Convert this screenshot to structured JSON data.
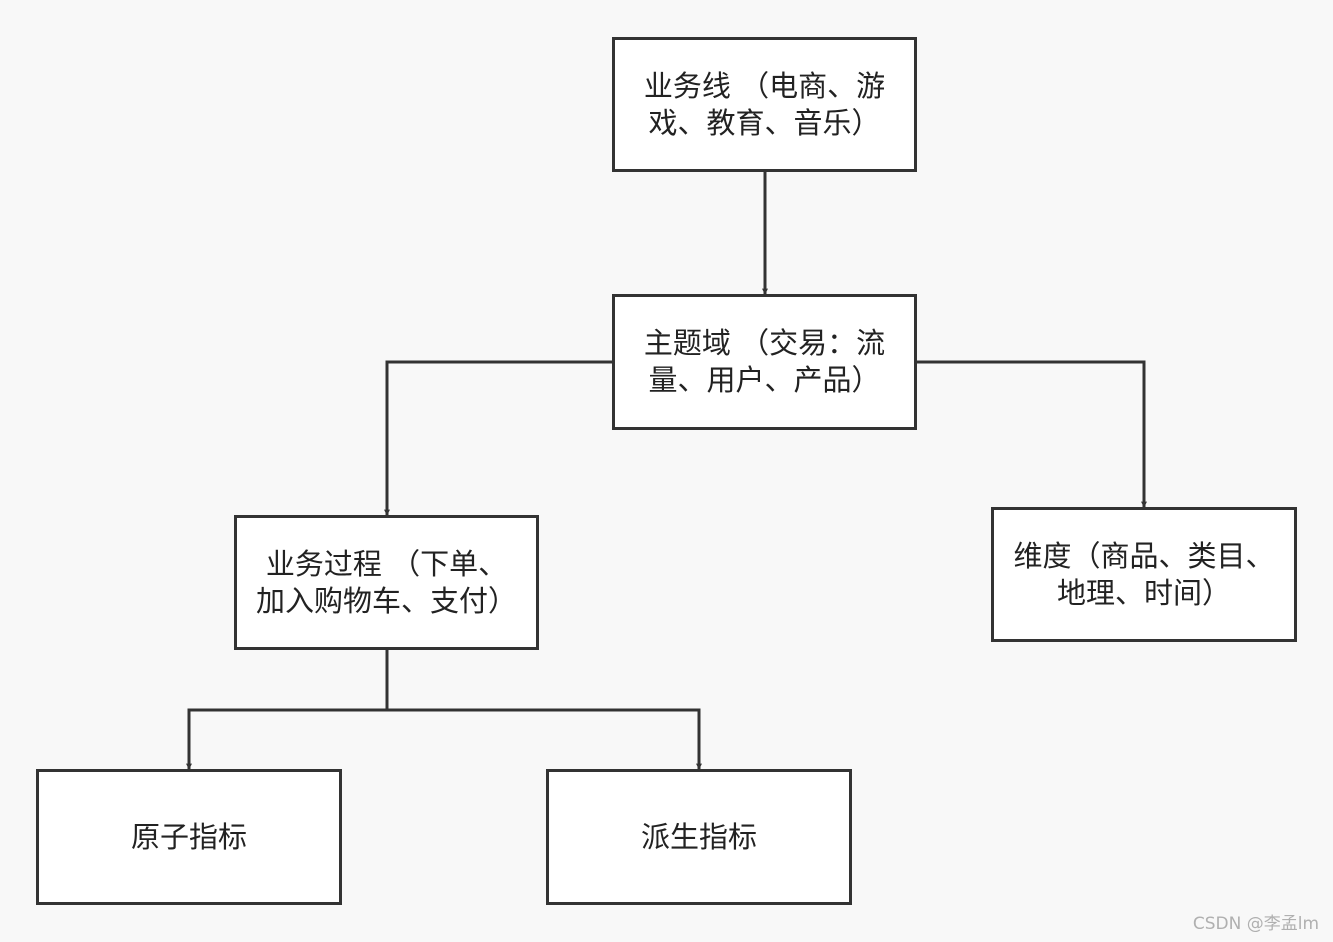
{
  "nodes": {
    "business_line": "业务线 （电商、游戏、教育、音乐）",
    "subject_domain": "主题域 （交易：流量、用户、产品）",
    "business_process": "业务过程 （下单、加入购物车、支付）",
    "dimension": "维度（商品、类目、地理、时间）",
    "atomic_metric": "原子指标",
    "derived_metric": "派生指标"
  },
  "watermark": "CSDN @李孟lm",
  "colors": {
    "stroke": "#333333",
    "background": "#f8f8f8",
    "node_fill": "#ffffff"
  }
}
